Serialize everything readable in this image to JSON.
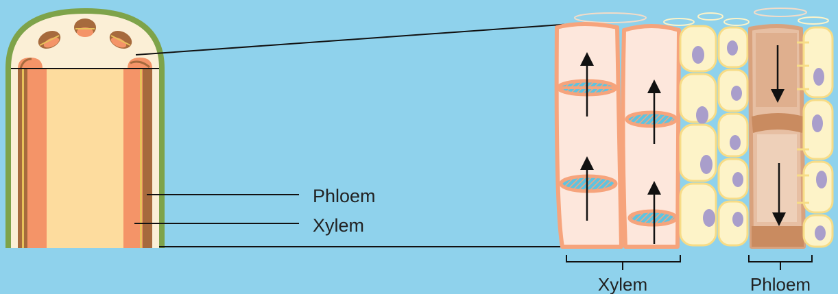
{
  "labels": {
    "stem_phloem": "Phloem",
    "stem_xylem": "Xylem",
    "bracket_xylem": "Xylem",
    "bracket_phloem": "Phloem"
  },
  "flow": {
    "xylem_direction": "up",
    "phloem_direction": "down"
  },
  "colors": {
    "background": "#8fd2ec",
    "epidermis": "#7ea34a",
    "cortex": "#fbefd6",
    "pith": "#fddc9e",
    "xylem_tissue": "#f49468",
    "phloem_tissue": "#a66a3d",
    "xylem_cell": "#fde7dc",
    "xylem_wall": "#f6a47c",
    "parenchyma_cell": "#fdf3c8",
    "nucleus": "#a99ecb",
    "sieve_tube": "#d9a27d",
    "line": "#111111"
  }
}
